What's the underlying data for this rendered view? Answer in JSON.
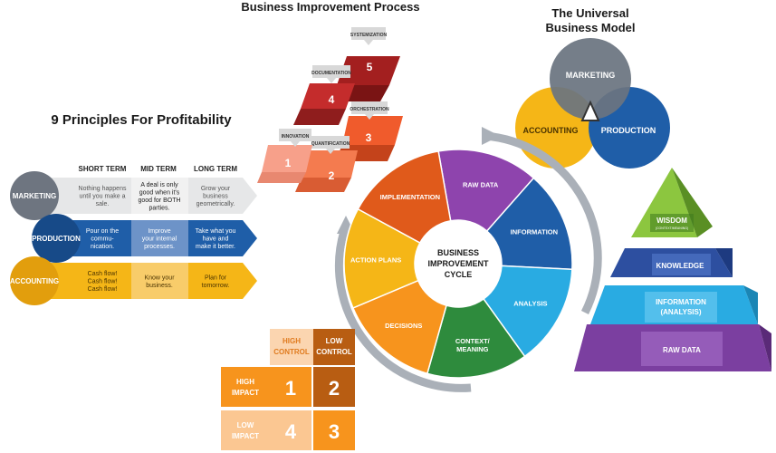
{
  "improvement_process": {
    "title": "Business Improvement Process",
    "steps": [
      {
        "num": "1",
        "label": "INNOVATION"
      },
      {
        "num": "2",
        "label": "QUANTIFICATION"
      },
      {
        "num": "3",
        "label": "ORCHESTRATION"
      },
      {
        "num": "4",
        "label": "DOCUMENTATION"
      },
      {
        "num": "5",
        "label": "SYSTEMIZATION"
      }
    ]
  },
  "business_model": {
    "title_line1": "The Universal",
    "title_line2": "Business Model",
    "circles": [
      "MARKETING",
      "ACCOUNTING",
      "PRODUCTION"
    ]
  },
  "principles": {
    "title": "9 Principles For Profitability",
    "columns": [
      "SHORT TERM",
      "MID TERM",
      "LONG TERM"
    ],
    "rows": [
      {
        "label": "MARKETING",
        "cells": [
          [
            "Nothing happens",
            "until you make a",
            "sale."
          ],
          [
            "A deal is only",
            "good when it's",
            "good for BOTH",
            "parties."
          ],
          [
            "Grow your",
            "business",
            "geometrically."
          ]
        ]
      },
      {
        "label": "PRODUCTION",
        "cells": [
          [
            "Pour on the",
            "commu-",
            "nication."
          ],
          [
            "Improve",
            "your internal",
            "processes."
          ],
          [
            "Take what you",
            "have and",
            "make it better."
          ]
        ]
      },
      {
        "label": "ACCOUNTING",
        "cells": [
          [
            "Cash flow!",
            "Cash flow!",
            "Cash flow!"
          ],
          [
            "Know your",
            "business."
          ],
          [
            "Plan for",
            "tomorrow."
          ]
        ]
      }
    ]
  },
  "cycle": {
    "center_line1": "BUSINESS",
    "center_line2": "IMPROVEMENT",
    "center_line3": "CYCLE",
    "segments": [
      "RAW DATA",
      "INFORMATION",
      "ANALYSIS",
      "CONTEXT/ MEANING",
      "DECISIONS",
      "ACTION PLANS",
      "IMPLEMENTATION"
    ]
  },
  "pyramid": {
    "levels": [
      {
        "line1": "WISDOM",
        "line2": "(CONTEXT/MEANING)"
      },
      {
        "line1": "KNOWLEDGE",
        "line2": ""
      },
      {
        "line1": "INFORMATION",
        "line2": "(ANALYSIS)"
      },
      {
        "line1": "RAW DATA",
        "line2": ""
      }
    ]
  },
  "matrix": {
    "col_headers": [
      [
        "HIGH",
        "CONTROL"
      ],
      [
        "LOW",
        "CONTROL"
      ]
    ],
    "row_headers": [
      [
        "HIGH",
        "IMPACT"
      ],
      [
        "LOW",
        "IMPACT"
      ]
    ],
    "cells": [
      "1",
      "2",
      "4",
      "3"
    ]
  }
}
